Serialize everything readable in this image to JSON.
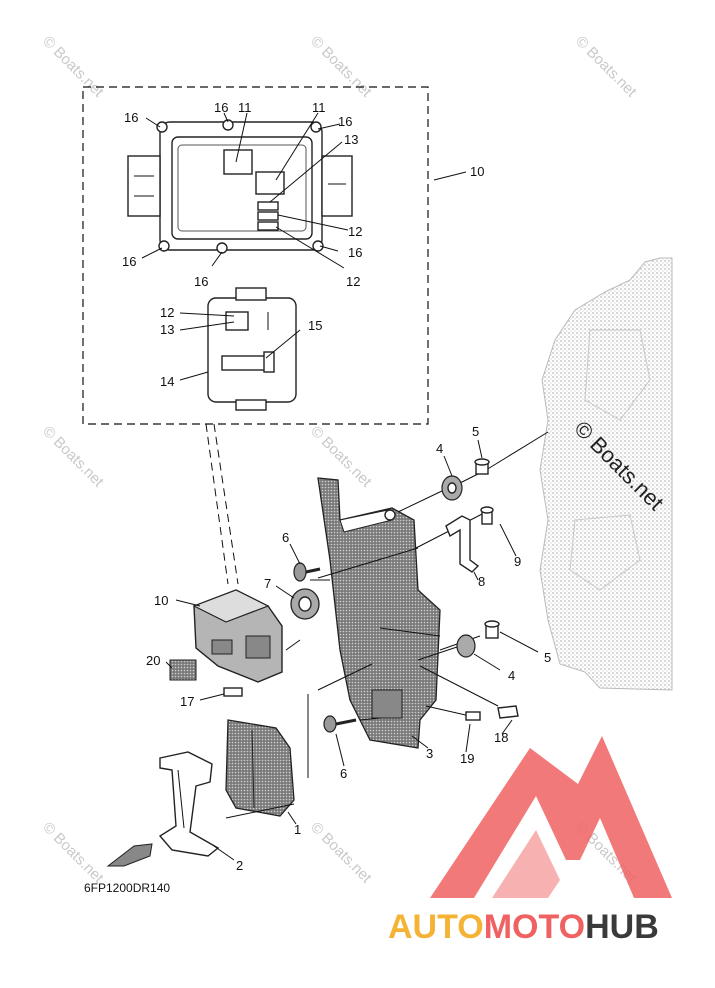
{
  "watermark_text": "© Boats.net",
  "diagram_code": "6FP1200DR140",
  "logo": {
    "part1": "AUTO",
    "part2": "MOTO",
    "part3": "HUB",
    "color1": "#f5b335",
    "color2": "#f06262",
    "color3": "#3a3a3a"
  },
  "callouts": {
    "c1": "1",
    "c2": "2",
    "c3": "3",
    "c4a": "4",
    "c4b": "4",
    "c5a": "5",
    "c5b": "5",
    "c6a": "6",
    "c6b": "6",
    "c7": "7",
    "c8": "8",
    "c9": "9",
    "c10a": "10",
    "c10b": "10",
    "c11a": "11",
    "c11b": "11",
    "c12a": "12",
    "c12b": "12",
    "c12c": "12",
    "c13a": "13",
    "c13b": "13",
    "c14": "14",
    "c15": "15",
    "c16a": "16",
    "c16b": "16",
    "c16c": "16",
    "c16d": "16",
    "c16e": "16",
    "c16f": "16",
    "c17": "17",
    "c18": "18",
    "c19": "19",
    "c20": "20"
  }
}
